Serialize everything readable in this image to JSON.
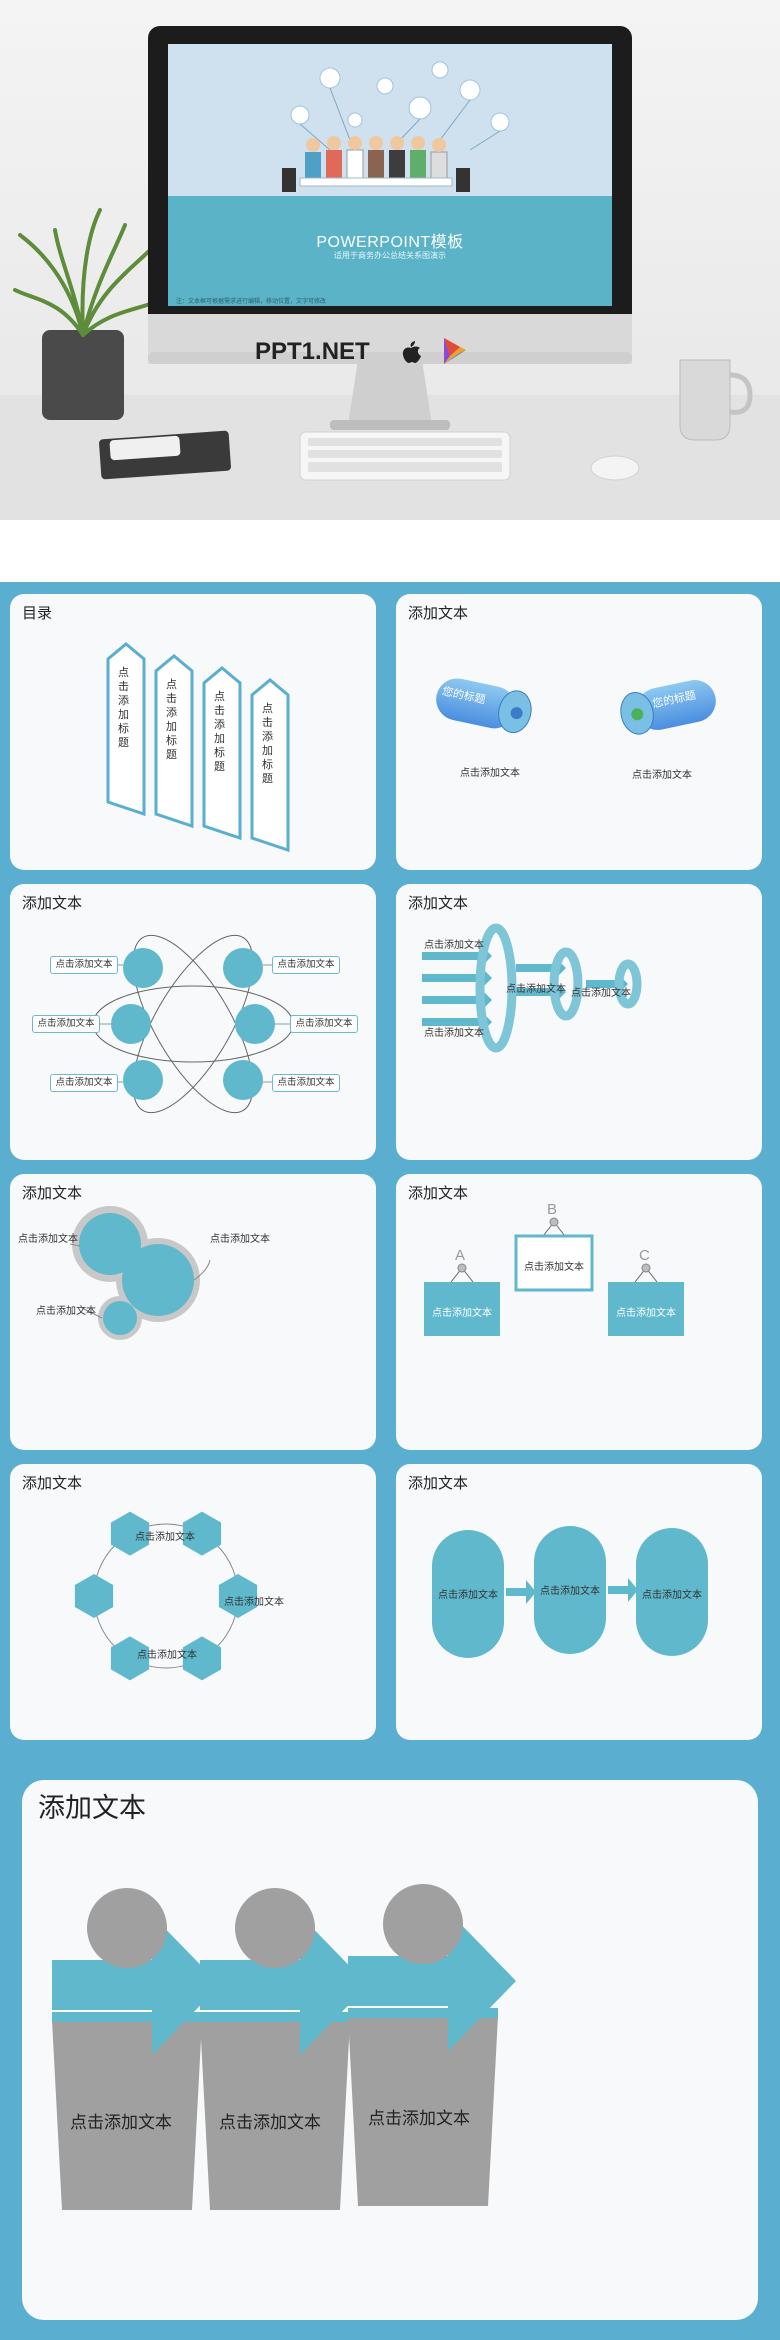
{
  "hero": {
    "screen_title": "POWERPOINT模板",
    "screen_subtitle": "适用于商务办公总结关系图演示",
    "screen_note": "注：文本框可根据需求进行编辑，移动位置，文字可修改",
    "brand": "PPT1.NET"
  },
  "slides": [
    {
      "title": "目录",
      "items": [
        "点击添加标题",
        "点击添加标题",
        "点击添加标题",
        "点击添加标题"
      ]
    },
    {
      "title": "添加文本",
      "cylinders": [
        "您的标题",
        "您的标题"
      ],
      "texts": [
        "点击添加文本",
        "点击添加文本"
      ]
    },
    {
      "title": "添加文本",
      "labels": [
        "点击添加文本",
        "点击添加文本",
        "点击添加文本",
        "点击添加文本",
        "点击添加文本",
        "点击添加文本"
      ]
    },
    {
      "title": "添加文本",
      "labels": [
        "点击添加文本",
        "点击添加文本",
        "点击添加文本",
        "点击添加文本"
      ]
    },
    {
      "title": "添加文本",
      "labels": [
        "点击添加文本",
        "点击添加文本",
        "点击添加文本"
      ]
    },
    {
      "title": "添加文本",
      "letters": [
        "A",
        "B",
        "C"
      ],
      "labels": [
        "点击添加文本",
        "点击添加文本",
        "点击添加文本"
      ]
    },
    {
      "title": "添加文本",
      "labels": [
        "点击添加文本",
        "点击添加文本",
        "点击添加文本"
      ]
    },
    {
      "title": "添加文本",
      "labels": [
        "点击添加文本",
        "点击添加文本",
        "点击添加文本"
      ]
    }
  ],
  "big_slide": {
    "title": "添加文本",
    "labels": [
      "点击添加文本",
      "点击添加文本",
      "点击添加文本"
    ]
  },
  "colors": {
    "accent": "#5aaecf",
    "teal": "#5fb8cc",
    "gray": "#a0a0a0"
  }
}
